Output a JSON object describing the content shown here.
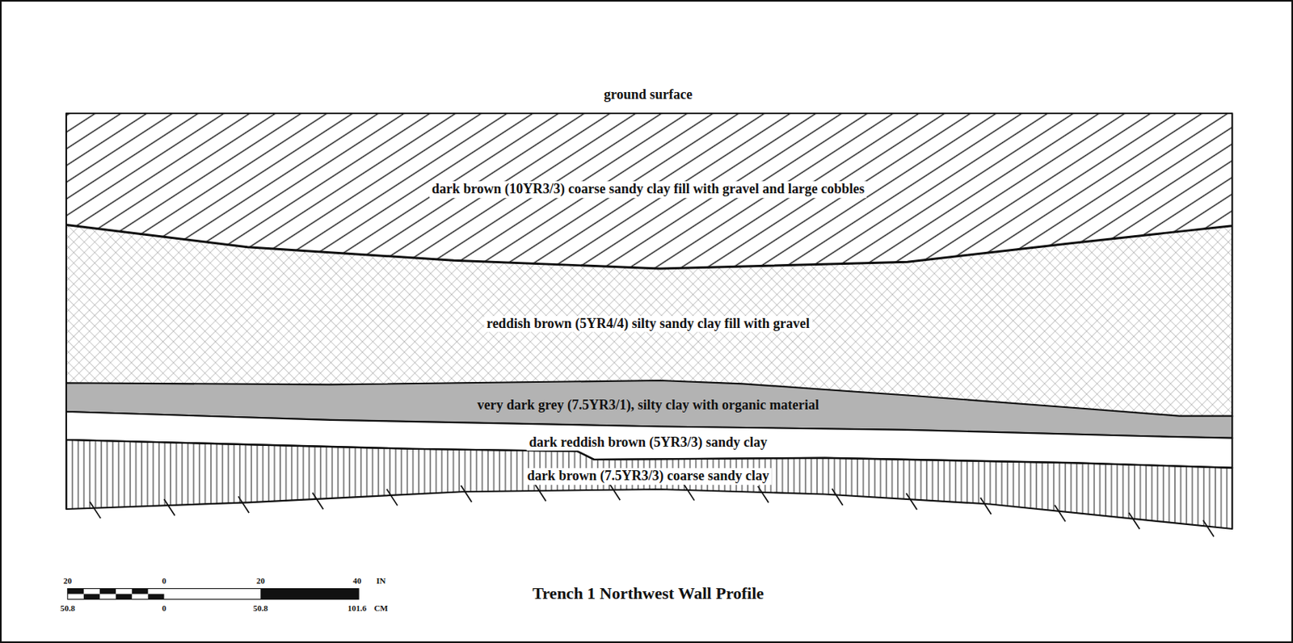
{
  "diagram": {
    "title": "Trench 1 Northwest Wall Profile",
    "nodes": [
      {
        "text": [
          "dark brown (10YR3/3) coarse sandy clay fill with gravel and large cobbles"
        ]
      },
      {
        "text": [
          "reddish brown (5YR4/4) silty sandy clay fill with gravel"
        ]
      },
      {
        "text": [
          "very dark grey (7.5YR3/1), silty clay with organic material"
        ]
      },
      {
        "text": [
          "dark reddish brown (5YR3/3) sandy clay"
        ]
      },
      {
        "text": [
          "dark brown (7.5YR3/3) coarse sandy clay"
        ]
      }
    ],
    "labels": [
      "ground surface",
      "20",
      "0",
      "20",
      "40",
      "IN",
      "50.8",
      "0",
      "50.8",
      "101.6",
      "CM"
    ]
  }
}
